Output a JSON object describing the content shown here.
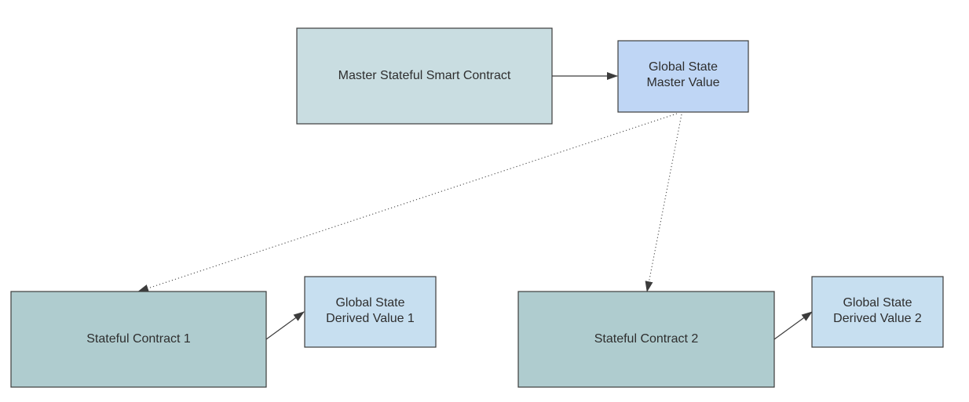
{
  "diagram": {
    "nodes": {
      "master_contract": {
        "lines": [
          "Master Stateful Smart Contract"
        ],
        "fill": "#c9dde1"
      },
      "master_value": {
        "lines": [
          "Global State",
          "Master Value"
        ],
        "fill": "#bfd6f5"
      },
      "contract_1": {
        "lines": [
          "Stateful Contract 1"
        ],
        "fill": "#afcccf"
      },
      "derived_value_1": {
        "lines": [
          "Global State",
          "Derived Value 1"
        ],
        "fill": "#c7dff0"
      },
      "contract_2": {
        "lines": [
          "Stateful Contract 2"
        ],
        "fill": "#afcccf"
      },
      "derived_value_2": {
        "lines": [
          "Global State",
          "Derived Value 2"
        ],
        "fill": "#c7dff0"
      }
    },
    "edges": [
      {
        "from": "master_contract",
        "to": "master_value",
        "style": "solid"
      },
      {
        "from": "master_value",
        "to": "contract_1",
        "style": "dotted"
      },
      {
        "from": "master_value",
        "to": "contract_2",
        "style": "dotted"
      },
      {
        "from": "contract_1",
        "to": "derived_value_1",
        "style": "solid"
      },
      {
        "from": "contract_2",
        "to": "derived_value_2",
        "style": "solid"
      }
    ],
    "colors": {
      "outline": "#3c3c3c",
      "text": "#2e2e2e"
    }
  }
}
